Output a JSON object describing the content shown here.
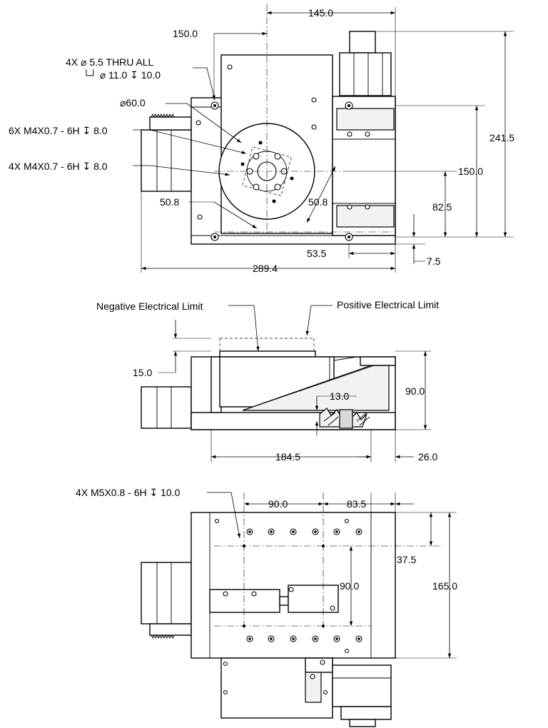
{
  "top_view": {
    "dim_width_top": "145.0",
    "dim_offset_left": "150.0",
    "hole_note_line1": "4X  ⌀ 5.5 THRU ALL",
    "hole_note_line2": "└┘ ⌀ 11.0 ↧ 10.0",
    "dia_table": "⌀60.0",
    "tap_note_6x": "6X M4X0.7 - 6H ↧ 8.0",
    "tap_note_4x": "4X M4X0.7 - 6H ↧ 8.0",
    "dim_bolt_circle_left": "50.8",
    "dim_bolt_circle_right": "50.8",
    "dim_height_total": "241.5",
    "dim_height_150": "150.0",
    "dim_height_82": "82.5",
    "dim_offset_7": "7.5",
    "dim_offset_53": "53.5",
    "dim_length_total": "289.4"
  },
  "side_view": {
    "neg_limit_label": "Negative Electrical Limit",
    "pos_limit_label": "Positive Electrical Limit",
    "dim_travel_left": "15.0",
    "dim_height_90": "90.0",
    "dim_13": "13.0",
    "dim_length_184": "184.5",
    "dim_26": "26.0"
  },
  "bottom_view": {
    "tap_note_4x_m5": "4X M5X0.8 - 6H ↧ 10.0",
    "dim_90_horiz": "90.0",
    "dim_83": "83.5",
    "dim_37": "37.5",
    "dim_90_vert": "90.0",
    "dim_165": "165.0"
  }
}
